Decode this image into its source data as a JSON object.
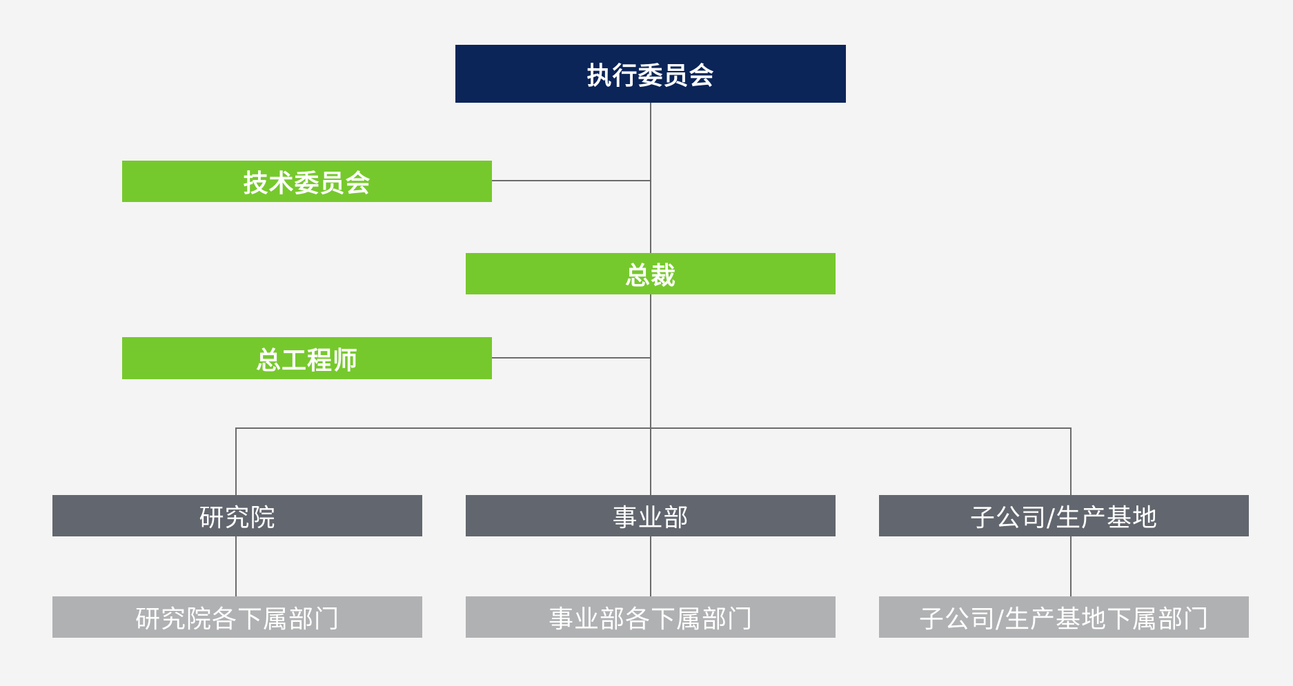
{
  "top": "执行委员会",
  "tech_committee": "技术委员会",
  "president": "总裁",
  "chief_engineer": "总工程师",
  "divisions": [
    {
      "name": "研究院",
      "sub": "研究院各下属部门"
    },
    {
      "name": "事业部",
      "sub": "事业部各下属部门"
    },
    {
      "name": "子公司/生产基地",
      "sub": "子公司/生产基地下属部门"
    }
  ]
}
